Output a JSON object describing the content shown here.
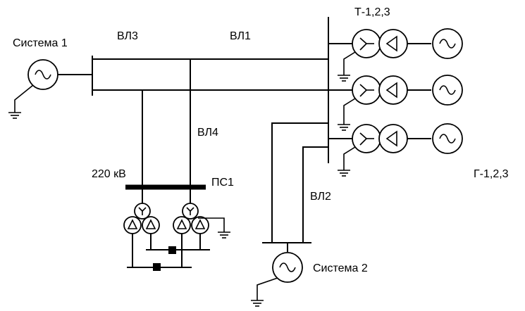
{
  "labels": {
    "system1": "Система 1",
    "system2": "Система 2",
    "vl1": "ВЛ1",
    "vl2": "ВЛ2",
    "vl3": "ВЛ3",
    "vl4": "ВЛ4",
    "voltage": "220 кВ",
    "ps1": "ПС1",
    "transformers": "Т-1,2,3",
    "generators": "Г-1,2,3"
  }
}
